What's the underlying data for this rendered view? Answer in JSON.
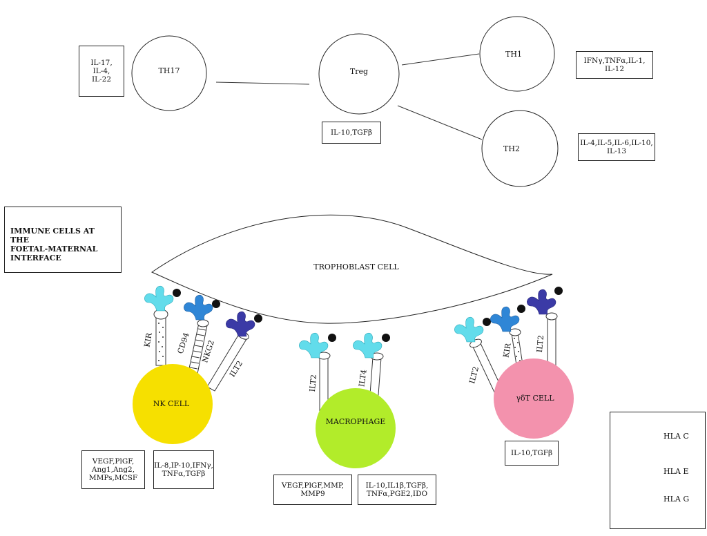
{
  "title": [
    "IMMUNE CELLS AT THE",
    "FOETAL-MATERNAL",
    "INTERFACE"
  ],
  "th_cells": {
    "th17": "TH17",
    "treg": "Treg",
    "th1": "TH1",
    "th2": "TH2"
  },
  "cytokines": {
    "th17": [
      "IL-17,",
      "IL-4,",
      "IL-22"
    ],
    "treg": [
      "IL-10,TGFβ"
    ],
    "th1": [
      "IFNγ,TNFα,IL-1,",
      "IL-12"
    ],
    "th2": [
      "IL-4,IL-5,IL-6,IL-10,",
      "IL-13"
    ]
  },
  "trophoblast": "TROPHOBLAST CELL",
  "cells": {
    "nk": "NK CELL",
    "macrophage": "MACROPHAGE",
    "gdt": "γδT CELL"
  },
  "receptors": {
    "kir": "KIR",
    "cd94": "CD94",
    "nkg2": "NKG2",
    "ilt2": "ILT2",
    "ilt4": "ILT4"
  },
  "secretions": {
    "nk_1": [
      "VEGF,PlGF,",
      "Ang1,Ang2,",
      "MMPs,MCSF"
    ],
    "nk_2": [
      "IL-8,IP-10,IFNγ,",
      "TNFα,TGFβ"
    ],
    "mac_1": [
      "VEGF,PlGF,MMP,",
      "MMP9"
    ],
    "mac_2": [
      "IL-10,IL1β,TGFβ,",
      "TNFα,PGE2,IDO"
    ],
    "gdt": [
      "IL-10,TGFβ"
    ]
  },
  "legend": [
    {
      "label": "HLA C",
      "color": "#3b3aa6",
      "icon": "hla-c-icon"
    },
    {
      "label": "HLA E",
      "color": "#2f86d6",
      "icon": "hla-e-icon"
    },
    {
      "label": "HLA G",
      "color": "#62dceb",
      "icon": "hla-g-icon"
    }
  ],
  "colors": {
    "nk": "#f6e000",
    "macrophage": "#b2ec2a",
    "gdt": "#f392ad"
  }
}
